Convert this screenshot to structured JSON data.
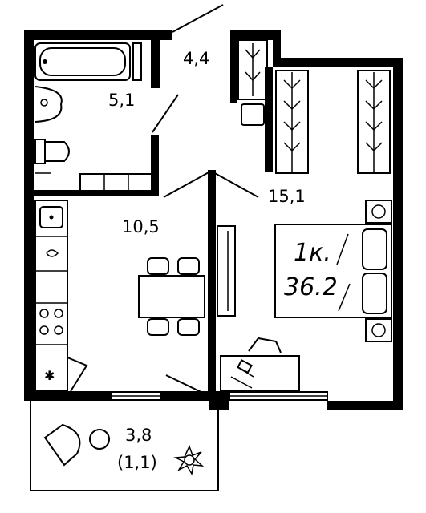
{
  "rooms": {
    "hall": "4,4",
    "bathroom": "5,1",
    "room": "15,1",
    "kitchen": "10,5",
    "balcony": "3,8",
    "balcony_coef": "(1,1)"
  },
  "apartment": {
    "type": "1к.",
    "total_area": "36.2"
  }
}
